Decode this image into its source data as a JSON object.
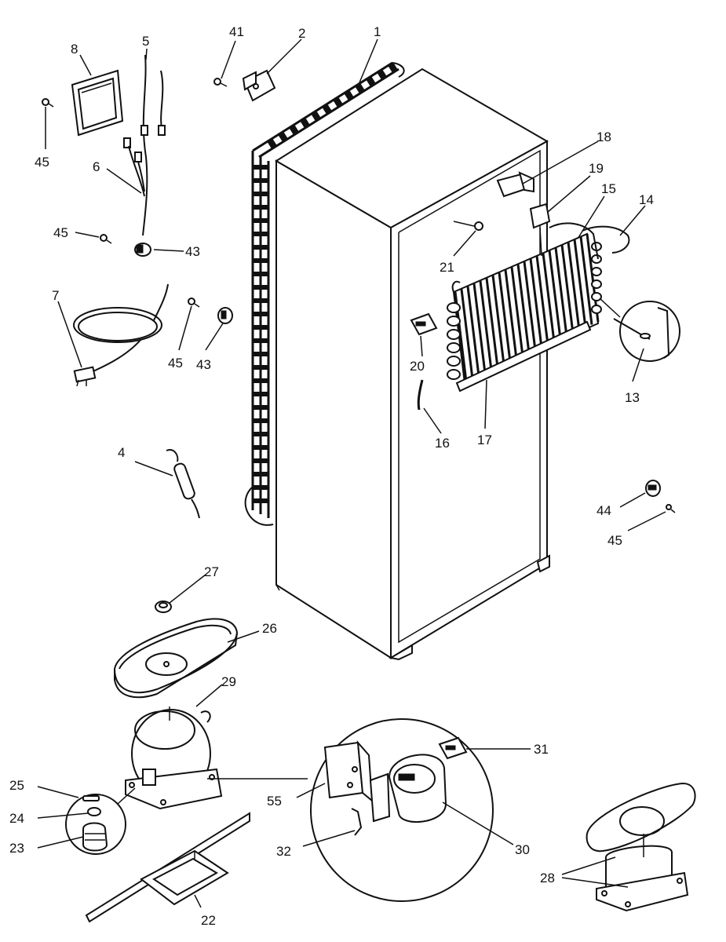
{
  "diagram": {
    "labels": {
      "p1": "1",
      "p2": "2",
      "p4": "4",
      "p5": "5",
      "p6": "6",
      "p7": "7",
      "p8": "8",
      "p13": "13",
      "p14": "14",
      "p15": "15",
      "p16": "16",
      "p17": "17",
      "p18": "18",
      "p19": "19",
      "p20": "20",
      "p21": "21",
      "p22": "22",
      "p23": "23",
      "p24": "24",
      "p25": "25",
      "p26": "26",
      "p27": "27",
      "p28": "28",
      "p29": "29",
      "p30": "30",
      "p31": "31",
      "p32": "32",
      "p41": "41",
      "p43a": "43",
      "p43b": "43",
      "p44": "44",
      "p45a": "45",
      "p45b": "45",
      "p45c": "45",
      "p45d": "45",
      "p55": "55"
    }
  }
}
